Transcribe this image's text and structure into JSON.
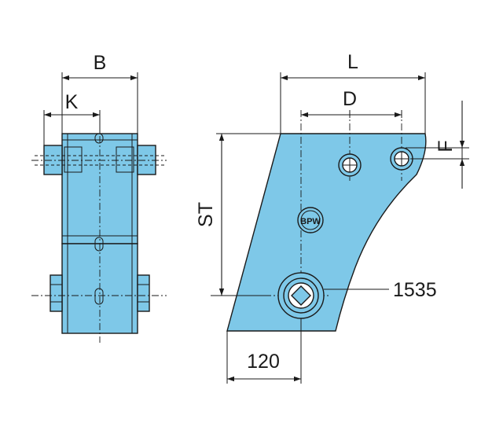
{
  "labels": {
    "b": "B",
    "k": "K",
    "l": "L",
    "d": "D",
    "f": "F",
    "st": "ST",
    "part_number": "1535",
    "offset": "120"
  },
  "logo_text": "BPW",
  "colors": {
    "part_fill": "#7ec8e8",
    "line": "#1a1a1a",
    "background": "#ffffff"
  }
}
